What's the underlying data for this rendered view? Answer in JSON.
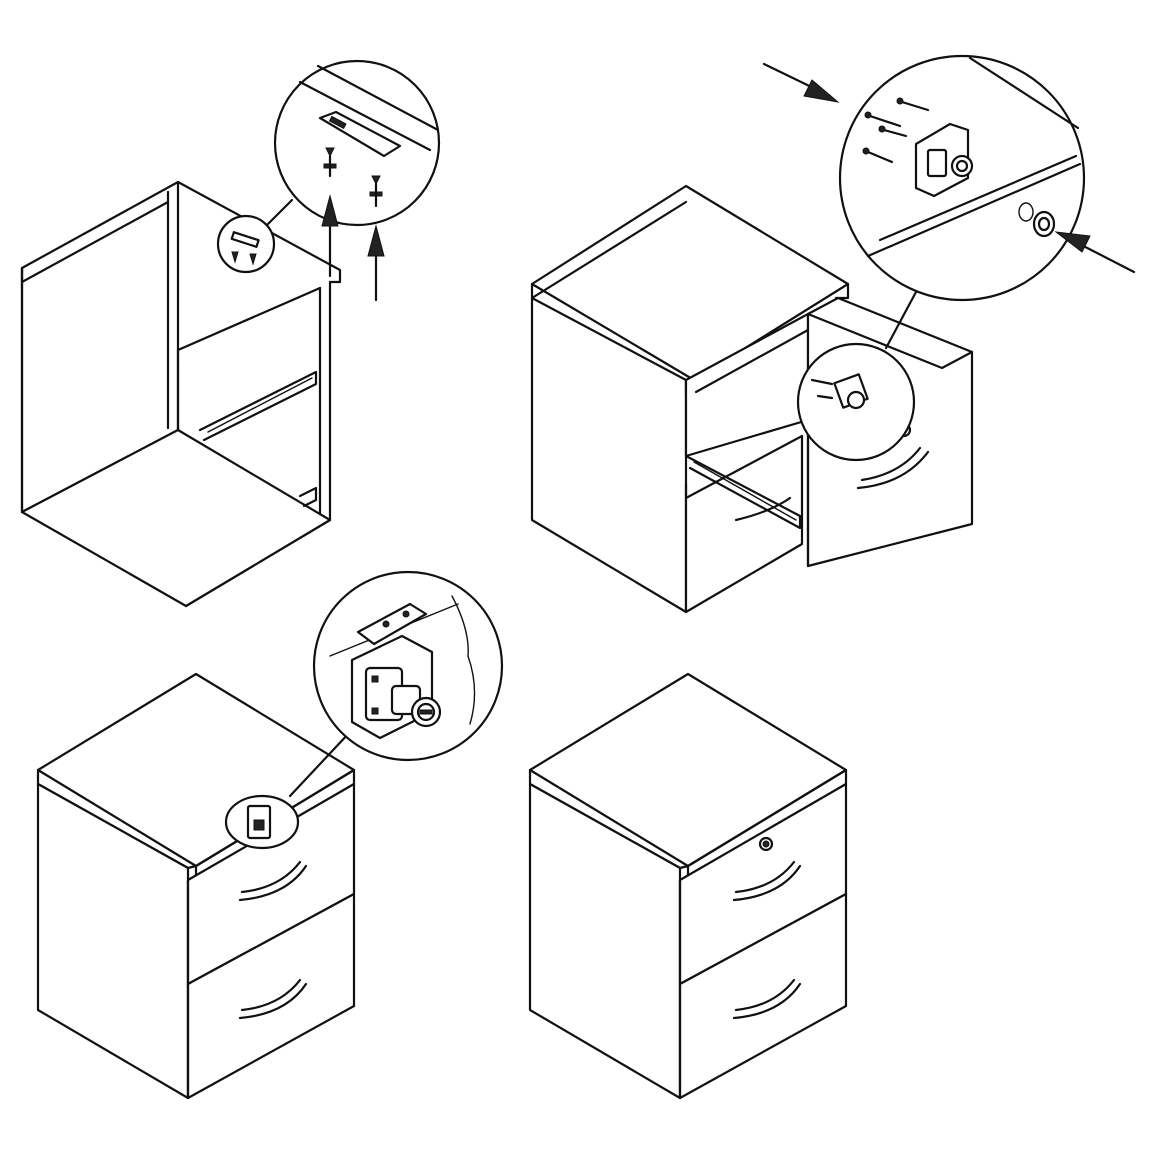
{
  "diagram": {
    "panels": [
      {
        "name": "step-1-attach-strike-plate"
      },
      {
        "name": "step-2-insert-lock-into-drawer"
      },
      {
        "name": "step-3-lock-mounted-detail"
      },
      {
        "name": "step-4-assembled-cabinet"
      }
    ],
    "colors": {
      "line": "#111111",
      "background": "#ffffff"
    }
  }
}
